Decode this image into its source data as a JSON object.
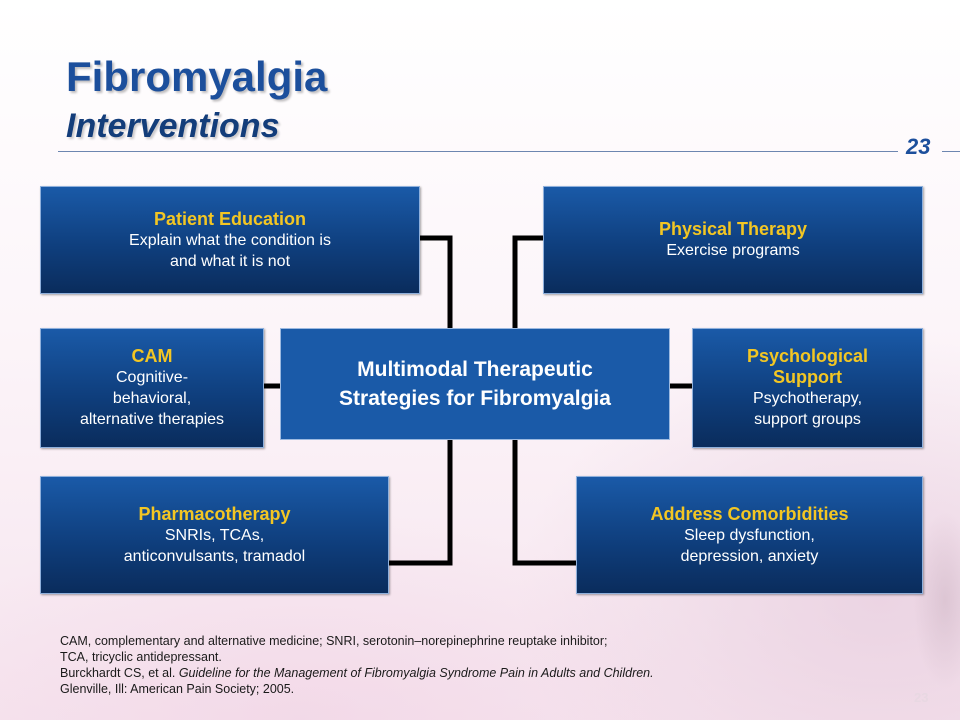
{
  "slide": {
    "title": "Fibromyalgia",
    "subtitle": "Interventions",
    "number": "23",
    "number_small": "23"
  },
  "center": {
    "line1": "Multimodal Therapeutic",
    "line2": "Strategies for Fibromyalgia"
  },
  "boxes": {
    "patient_education": {
      "heading": "Patient Education",
      "line1": "Explain what the condition is",
      "line2": "and what it is not"
    },
    "physical_therapy": {
      "heading": "Physical Therapy",
      "line1": "Exercise programs"
    },
    "cam": {
      "heading": "CAM",
      "line1": "Cognitive-",
      "line2": "behavioral,",
      "line3": "alternative therapies"
    },
    "psychological_support": {
      "heading_line1": "Psychological",
      "heading_line2": "Support",
      "line1": "Psychotherapy,",
      "line2": "support groups"
    },
    "pharmacotherapy": {
      "heading": "Pharmacotherapy",
      "line1": "SNRIs, TCAs,",
      "line2": "anticonvulsants, tramadol"
    },
    "comorbidities": {
      "heading": "Address Comorbidities",
      "line1": "Sleep dysfunction,",
      "line2": "depression, anxiety"
    }
  },
  "footnotes": {
    "line1": "CAM, complementary and alternative medicine; SNRI, serotonin–norepinephrine reuptake inhibitor;",
    "line2": "TCA, tricyclic antidepressant.",
    "line3_prefix": "Burckhardt CS, et al. ",
    "line3_italic": "Guideline for the Management of Fibromyalgia Syndrome Pain in Adults and Children.",
    "line4": "Glenville, Ill: American Pain Society; 2005."
  },
  "colors": {
    "title": "#1c4f9c",
    "box_heading": "#f3c623",
    "box_fill": "#0f3f7e",
    "connector": "#000000"
  }
}
